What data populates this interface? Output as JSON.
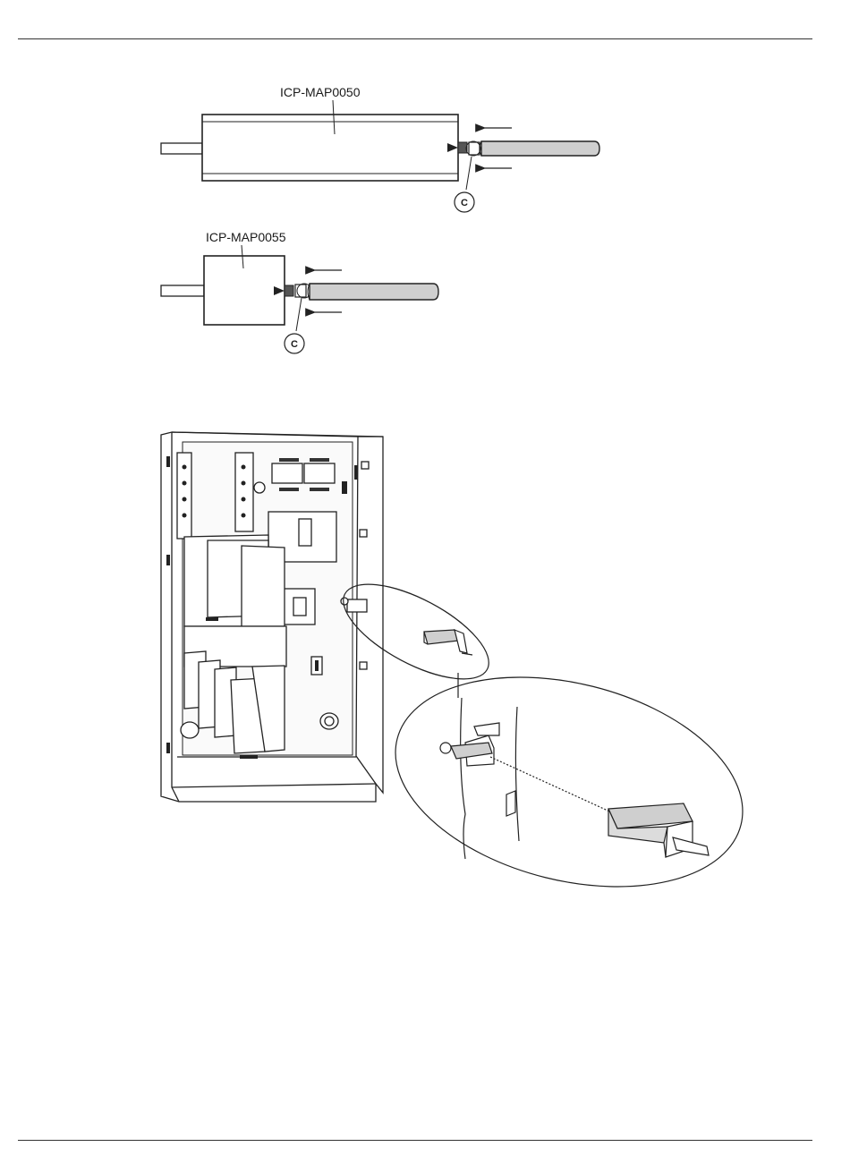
{
  "figure_top": {
    "module_long": {
      "label": "ICP-MAP0050",
      "callout": "C"
    },
    "module_short": {
      "label": "ICP-MAP0055",
      "callout": "C"
    }
  },
  "figure_bottom": {
    "description_name": "enclosure-with-mounting-bracket-detail"
  }
}
